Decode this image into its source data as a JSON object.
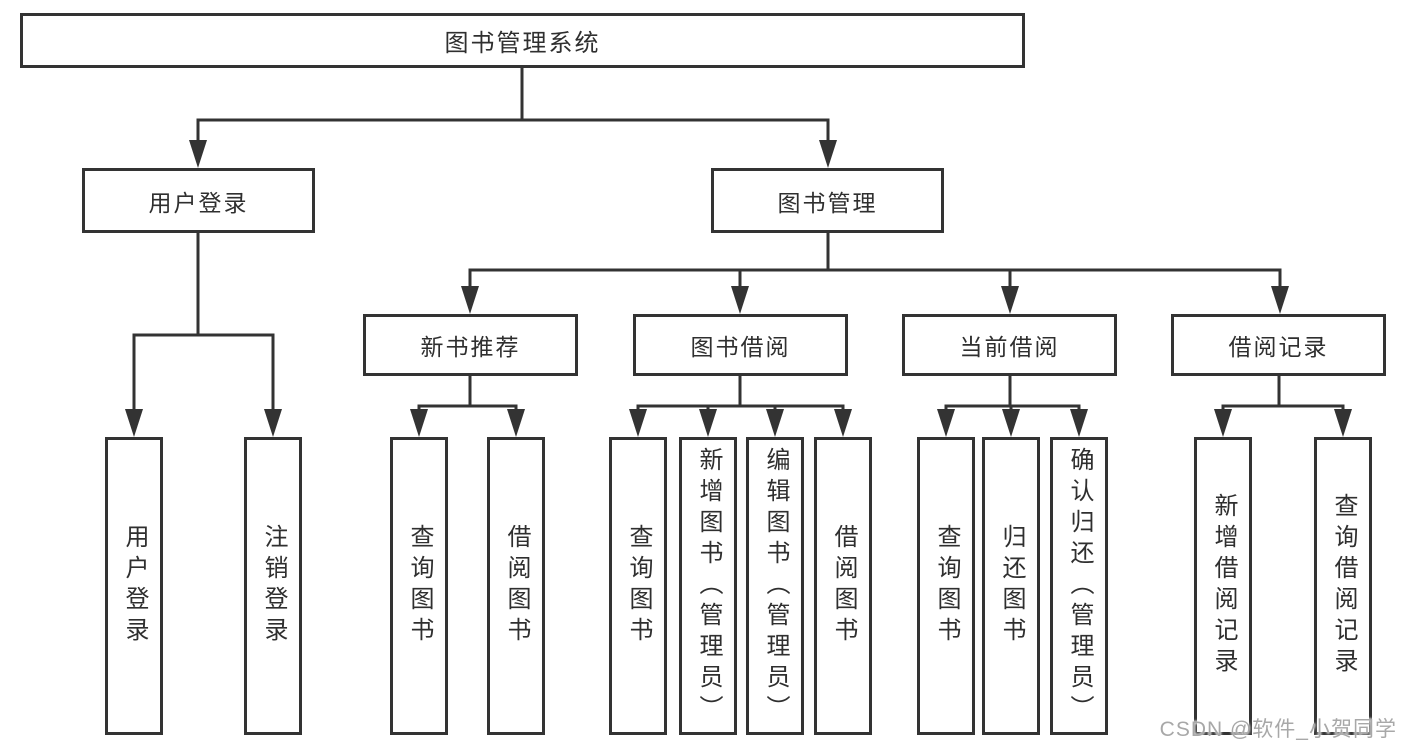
{
  "diagram": {
    "root": "图书管理系统",
    "branches": [
      {
        "label": "用户登录",
        "children": [
          "用户登录",
          "注销登录"
        ]
      },
      {
        "label": "图书管理",
        "sections": [
          {
            "label": "新书推荐",
            "children": [
              "查询图书",
              "借阅图书"
            ]
          },
          {
            "label": "图书借阅",
            "children": [
              "查询图书",
              "新增图书（管理员）",
              "编辑图书（管理员）",
              "借阅图书"
            ]
          },
          {
            "label": "当前借阅",
            "children": [
              "查询图书",
              "归还图书",
              "确认归还（管理员）"
            ]
          },
          {
            "label": "借阅记录",
            "children": [
              "新增借阅记录",
              "查询借阅记录"
            ]
          }
        ]
      }
    ]
  },
  "watermark": "CSDN @软件_小贺同学",
  "colors": {
    "line": "#333333",
    "text": "#2f2f2f",
    "background": "#ffffff",
    "watermark": "#a8a8a8"
  }
}
